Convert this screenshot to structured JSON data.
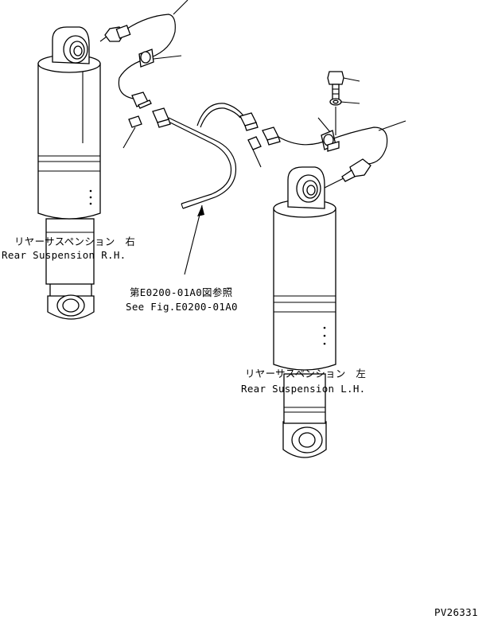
{
  "labels": {
    "right_jp": "リヤーサスペンション　右",
    "right_en": "Rear Suspension R.H.",
    "ref_jp": "第E0200-01A0図参照",
    "ref_en": "See Fig.E0200-01A0",
    "left_jp": "リヤーサスペンション　左",
    "left_en": "Rear Suspension L.H.",
    "drawing_no": "PV26331"
  }
}
